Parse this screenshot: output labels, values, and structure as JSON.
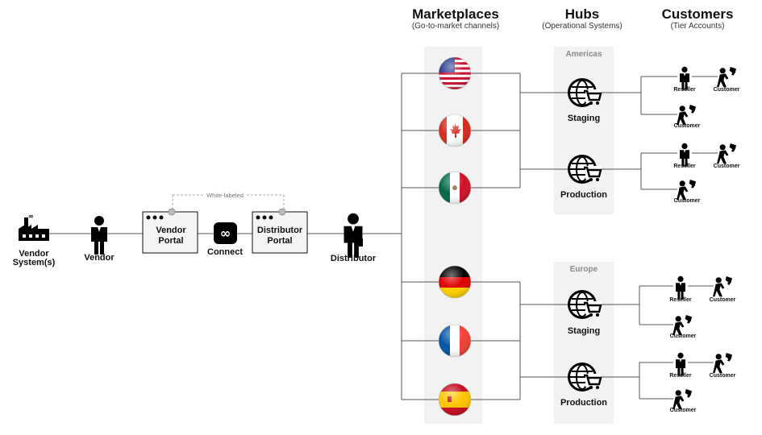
{
  "headers": {
    "marketplaces": {
      "title": "Marketplaces",
      "subtitle": "(Go-to-market channels)"
    },
    "hubs": {
      "title": "Hubs",
      "subtitle": "(Operational Systems)"
    },
    "customers": {
      "title": "Customers",
      "subtitle": "(Tier Accounts)"
    }
  },
  "chain": {
    "vendor_system": "Vendor System(s)",
    "vendor": "Vendor",
    "vendor_portal": "Vendor Portal",
    "connect": "Connect",
    "distributor_portal": "Distributor Portal",
    "distributor": "Distributor",
    "white_labeled": "White-labeled"
  },
  "regions": [
    {
      "name": "Americas",
      "marketplaces": [
        "United States",
        "Canada",
        "Mexico"
      ],
      "hubs": [
        {
          "label": "Staging",
          "reseller": "Reseller",
          "customers": [
            "Customer",
            "Customer"
          ]
        },
        {
          "label": "Production",
          "reseller": "Reseller",
          "customers": [
            "Customer",
            "Customer"
          ]
        }
      ]
    },
    {
      "name": "Europe",
      "marketplaces": [
        "Germany",
        "France",
        "Spain"
      ],
      "hubs": [
        {
          "label": "Staging",
          "reseller": "Reseller",
          "customers": [
            "Customer",
            "Customer"
          ]
        },
        {
          "label": "Production",
          "reseller": "Reseller",
          "customers": [
            "Customer",
            "Customer"
          ]
        }
      ]
    }
  ],
  "colors": {
    "band": "#f2f2f2",
    "line": "#555555",
    "dashed": "#aaaaaa",
    "band_label": "#8a8a8a"
  }
}
